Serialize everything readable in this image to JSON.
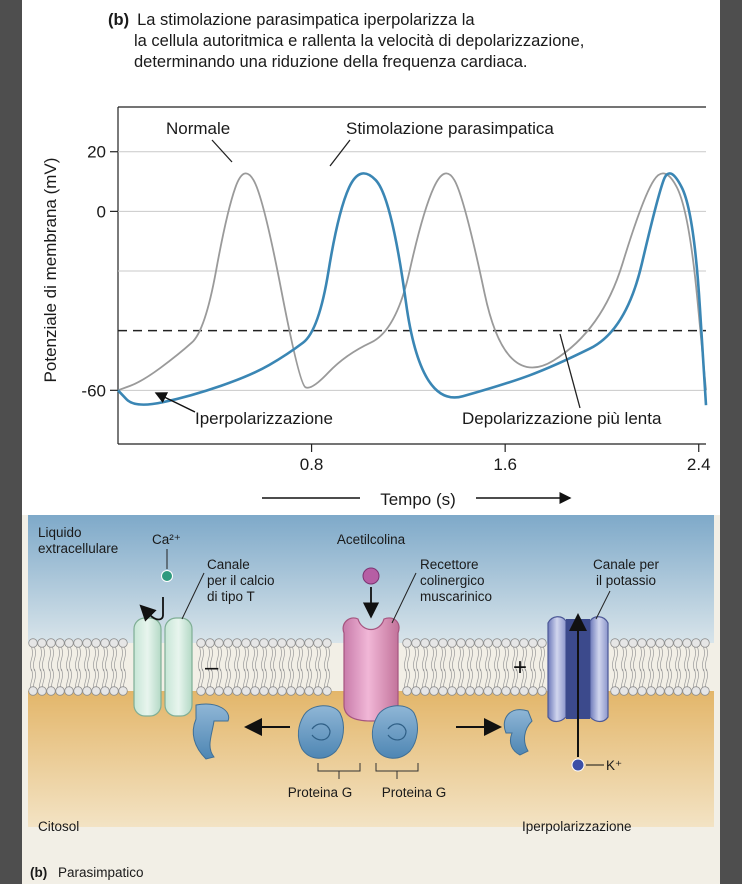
{
  "caption": {
    "tag": "(b)",
    "line1": "La stimolazione parasimpatica iperpolarizza la",
    "line2": "la cellula autoritmica e rallenta la velocità di depolarizzazione,",
    "line3": "determinando una riduzione della frequenza cardiaca."
  },
  "chart_data": {
    "type": "line",
    "ylabel": "Potenziale di membrana (mV)",
    "xlabel": "Tempo (s)",
    "yticks": [
      "20",
      "0",
      "-60"
    ],
    "xticks": [
      "0.8",
      "1.6",
      "2.4"
    ],
    "ylim": [
      -78,
      35
    ],
    "xlim": [
      0,
      2.43
    ],
    "threshold_mv": -40,
    "series": [
      {
        "name": "Normale",
        "color": "#9a9a9a",
        "x": [
          0.0,
          0.1,
          0.25,
          0.36,
          0.45,
          0.52,
          0.6,
          0.75,
          0.8,
          0.94,
          1.15,
          1.26,
          1.35,
          1.43,
          1.6,
          2.0,
          2.17,
          2.26,
          2.36,
          2.43
        ],
        "y": [
          -60,
          -57,
          -48,
          -40,
          0,
          16,
          5,
          -58,
          -60,
          -48,
          -40,
          0,
          16,
          5,
          -60,
          -40,
          5,
          16,
          0,
          -60
        ]
      },
      {
        "name": "Stimolazione parasimpatica",
        "color": "#3a86b4",
        "x": [
          0.0,
          0.07,
          0.3,
          0.55,
          0.7,
          0.83,
          0.91,
          1.0,
          1.13,
          1.25,
          1.6,
          1.8,
          2.1,
          2.23,
          2.28,
          2.38,
          2.43
        ],
        "y": [
          -60,
          -66,
          -62,
          -55,
          -48,
          -40,
          0,
          16,
          5,
          -66,
          -58,
          -52,
          -40,
          5,
          16,
          0,
          -65
        ]
      }
    ],
    "annotations": [
      "Iperpolarizzazione",
      "Depolarizzazione più lenta"
    ]
  },
  "diagram": {
    "labels": {
      "extracellular": "Liquido extracellulare",
      "ca_ion": "Ca²⁺",
      "ca_channel": [
        "Canale",
        "per il calcio",
        "di tipo T"
      ],
      "acetylcholine": "Acetilcolina",
      "receptor": [
        "Recettore",
        "colinergico",
        "muscarinico"
      ],
      "k_channel": [
        "Canale per",
        "il potassio"
      ],
      "minus": "–",
      "plus": "+",
      "k_ion": "K⁺",
      "g_protein_1": "Proteina G",
      "g_protein_2": "Proteina G",
      "cytosol": "Citosol",
      "hyperpolarization": "Iperpolarizzazione"
    },
    "footer_tag": "(b)",
    "footer_text": "Parasimpatico"
  }
}
